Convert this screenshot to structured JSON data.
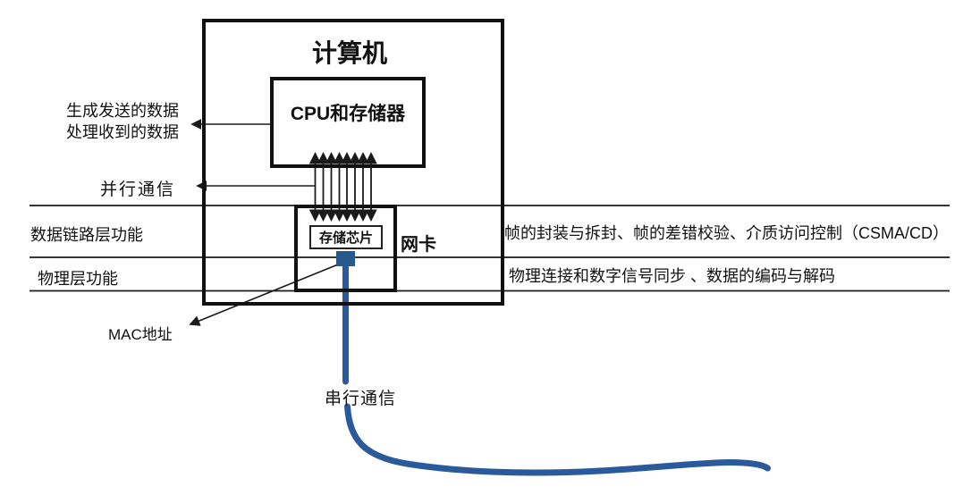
{
  "diagram": {
    "computer_title": "计算机",
    "cpu_label": "CPU和存储器",
    "nic_label": "网卡",
    "chip_label": "存储芯片",
    "left_labels": {
      "data_line1": "生成发送的数据",
      "data_line2": "处理收到的数据",
      "parallel_comm": "并行通信",
      "mac_address": "MAC地址",
      "serial_comm": "串行通信"
    },
    "layer_rows": [
      {
        "left": "数据链路层功能",
        "right": "帧的封装与拆封、帧的差错校验、介质访问控制（CSMA/CD）"
      },
      {
        "left": "物理层功能",
        "right": "物理连接和数字信号同步 、数据的编码与解码"
      }
    ],
    "colors": {
      "line": "#1a1a1a",
      "cable_blue": "#2a5a9c",
      "mac_chip_blue": "#27588e"
    }
  }
}
